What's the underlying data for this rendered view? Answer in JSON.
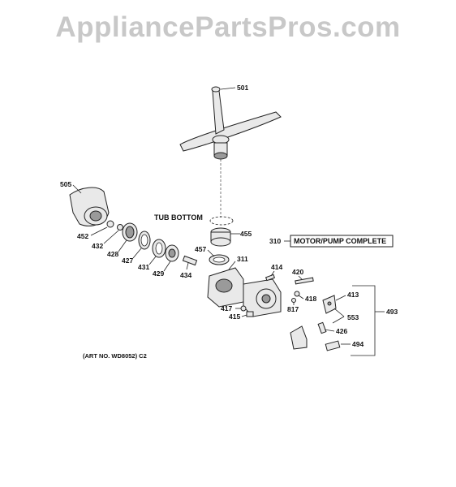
{
  "watermark": "AppliancePartsPros.com",
  "labels": {
    "p501": "501",
    "p505": "505",
    "tub_bottom": "TUB BOTTOM",
    "p455": "455",
    "p310": "310",
    "motor_pump": "MOTOR/PUMP COMPLETE",
    "p452": "452",
    "p432": "432",
    "p428": "428",
    "p427": "427",
    "p431": "431",
    "p429": "429",
    "p434": "434",
    "p457": "457",
    "p311": "311",
    "p414": "414",
    "p420": "420",
    "p418": "418",
    "p413": "413",
    "p817": "817",
    "p553": "553",
    "p493": "493",
    "p417": "417",
    "p415": "415",
    "p426": "426",
    "p494": "494"
  },
  "art_number": "(ART NO. WD8052) C2"
}
